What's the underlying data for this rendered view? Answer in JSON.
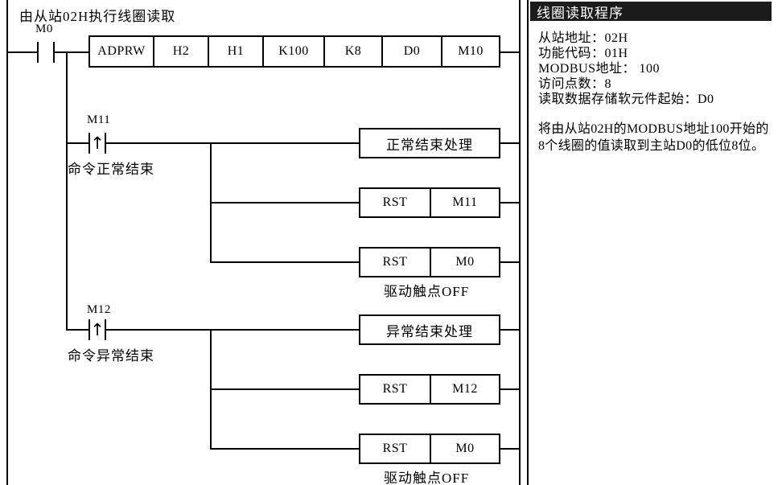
{
  "diagram": {
    "comment_title": "由从站02H执行线圈读取",
    "rungs": [
      {
        "id": "rung-main",
        "contact": {
          "device": "M0",
          "type": "normally-open"
        },
        "instruction": {
          "name": "ADPRW",
          "operands": [
            "H2",
            "H1",
            "K100",
            "K8",
            "D0",
            "M10"
          ]
        }
      },
      {
        "id": "rung-normal-end",
        "contact": {
          "device": "M11",
          "type": "rising-edge"
        },
        "contact_comment": "命令正常结束",
        "outputs": [
          {
            "cells": [
              "正常结束处理"
            ],
            "cjk": true
          },
          {
            "cells": [
              "RST",
              "M11"
            ],
            "cjk": false
          },
          {
            "cells": [
              "RST",
              "M0"
            ],
            "cjk": false,
            "note": "驱动触点OFF"
          }
        ]
      },
      {
        "id": "rung-abnormal-end",
        "contact": {
          "device": "M12",
          "type": "rising-edge"
        },
        "contact_comment": "命令异常结束",
        "outputs": [
          {
            "cells": [
              "异常结束处理"
            ],
            "cjk": true
          },
          {
            "cells": [
              "RST",
              "M12"
            ],
            "cjk": false
          },
          {
            "cells": [
              "RST",
              "M0"
            ],
            "cjk": false,
            "note": "驱动触点OFF"
          }
        ]
      }
    ],
    "edge_glyph": "↑"
  },
  "panel": {
    "header": "线圈读取程序",
    "specs": [
      "从站地址：02H",
      "功能代码：01H",
      "MODBUS地址： 100",
      "访问点数：8",
      "读取数据存储软元件起始：D0"
    ],
    "description": "将由从站02H的MODBUS地址100开始的8个线圈的值读取到主站D0的低位8位。"
  },
  "colors": {
    "line": "#000000",
    "header_bg": "#1b1b1b",
    "header_fg": "#ffffff",
    "background": "#ffffff"
  }
}
